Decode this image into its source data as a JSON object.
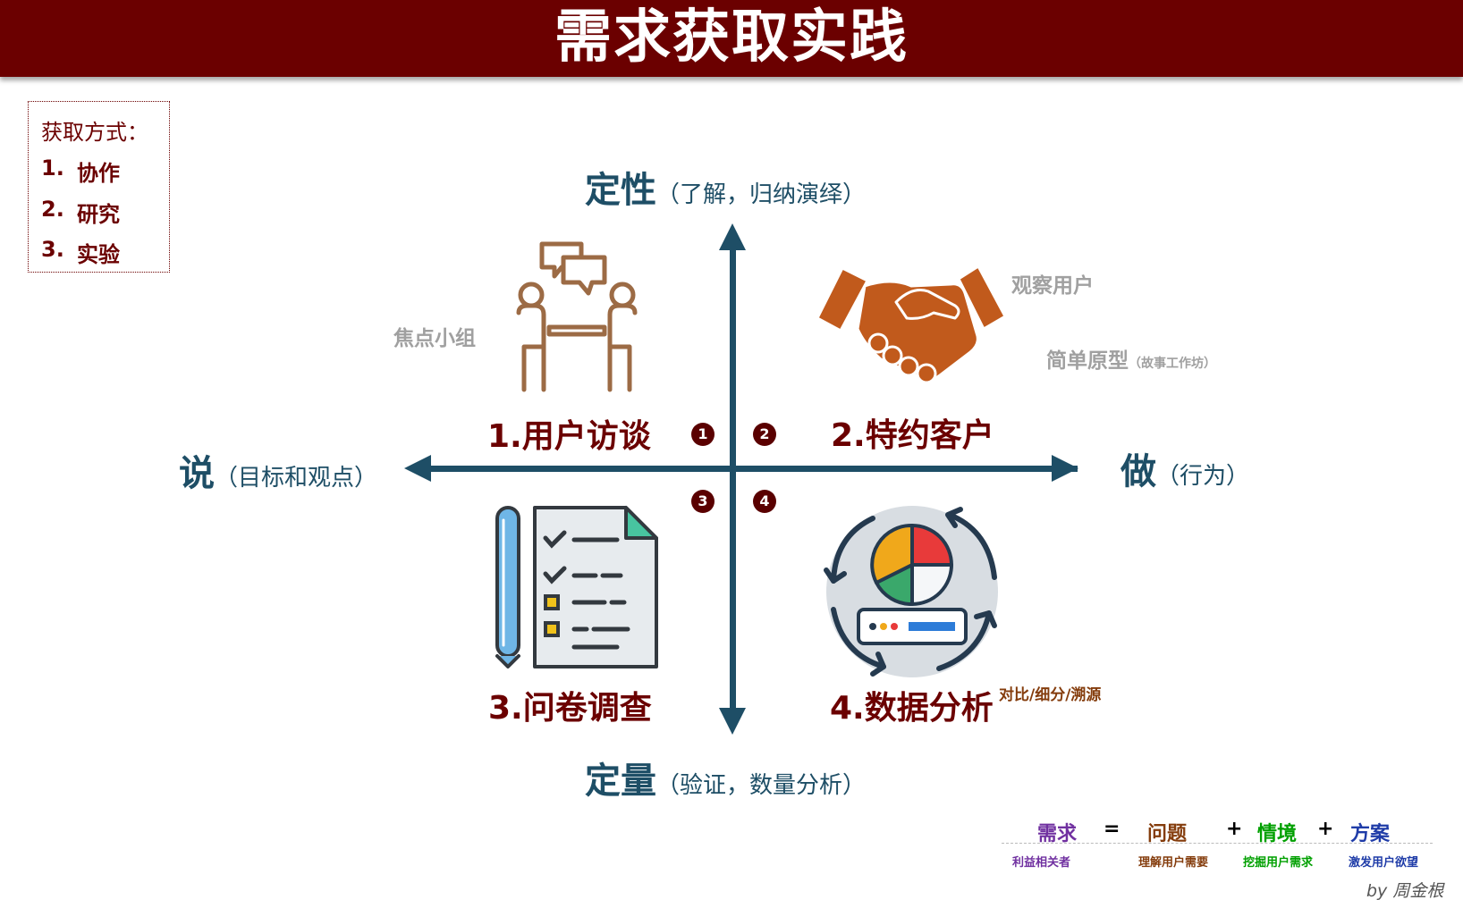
{
  "title": "需求获取实践",
  "methods": {
    "heading": "获取方式：",
    "items": [
      "1.",
      "协作",
      "2.",
      "研究",
      "3.",
      "实验"
    ]
  },
  "axes": {
    "top": {
      "main": "定性",
      "sub": "（了解，归纳演绎）"
    },
    "bottom": {
      "main": "定量",
      "sub": "（验证，数量分析）"
    },
    "left": {
      "main": "说",
      "sub": "（目标和观点）"
    },
    "right": {
      "main": "做",
      "sub": "（行为）"
    }
  },
  "quadrants": [
    {
      "badge": "1",
      "label": "1.用户访谈",
      "note": "焦点小组",
      "icon": "interview-icon"
    },
    {
      "badge": "2",
      "label": "2.特约客户",
      "note": "观察用户",
      "note2": "简单原型",
      "note2_small": "（故事工作坊）",
      "icon": "handshake-icon"
    },
    {
      "badge": "3",
      "label": "3.问卷调查",
      "icon": "questionnaire-icon"
    },
    {
      "badge": "4",
      "label": "4.数据分析",
      "note": "对比/细分/溯源",
      "icon": "data-analysis-icon"
    }
  ],
  "formula": {
    "terms": [
      {
        "label": "需求",
        "sub": "利益相关者",
        "color": "#7030a0"
      },
      {
        "label": "问题",
        "sub": "理解用户需要",
        "color": "#843c0c"
      },
      {
        "label": "情境",
        "sub": "挖掘用户需求",
        "color": "#00a000"
      },
      {
        "label": "方案",
        "sub": "激发用户欲望",
        "color": "#1f3ca8"
      }
    ],
    "ops": [
      "=",
      "+",
      "+"
    ]
  },
  "author": "by  周金根",
  "colors": {
    "header": "#6b0000",
    "axis": "#1e4e66",
    "label": "#6b0000",
    "handshake": "#c15a1c",
    "interview": "#9c6b45"
  }
}
